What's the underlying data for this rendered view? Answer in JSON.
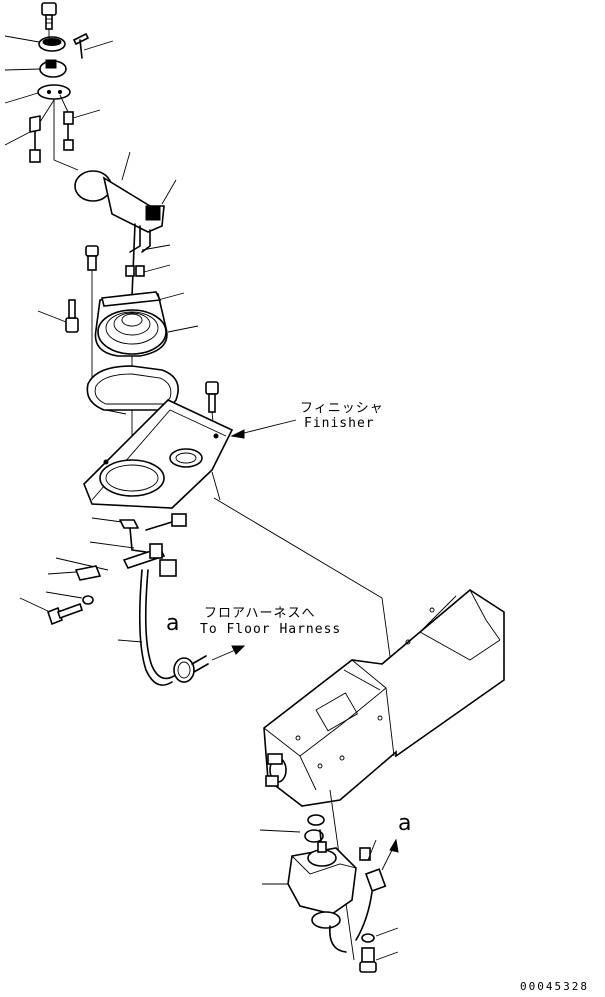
{
  "callouts": {
    "finisher_jp": "フィニッシャ",
    "finisher_en": "Finisher",
    "floor_harness_jp": "フロアハーネスへ",
    "floor_harness_en": "To Floor Harness"
  },
  "view_refs": {
    "upper": "a",
    "lower": "a"
  },
  "drawing_number": "00045328",
  "colors": {
    "line": "#000000",
    "background": "#ffffff"
  }
}
